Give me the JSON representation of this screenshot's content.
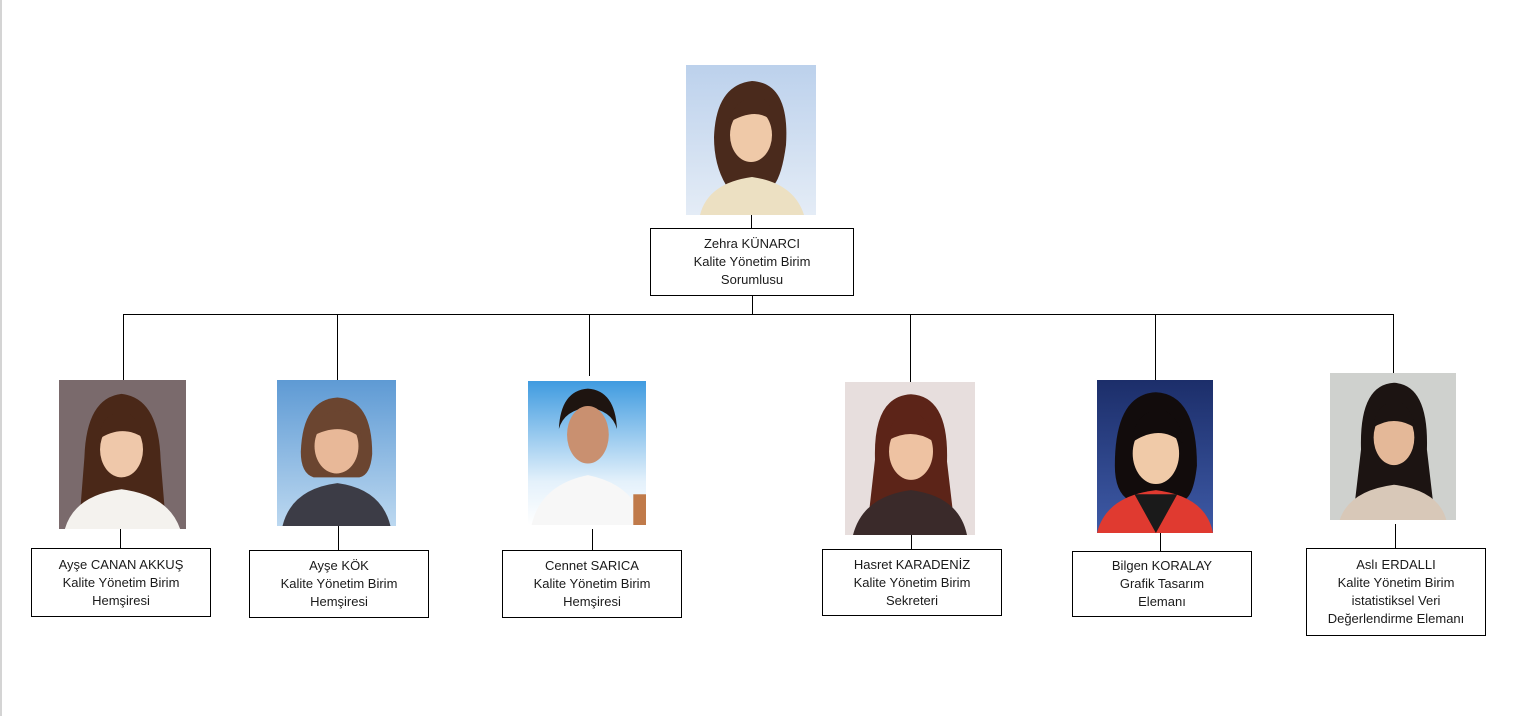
{
  "colors": {
    "line": "#000000",
    "box_border": "#000000",
    "text": "#1a1a1a"
  },
  "root": {
    "photo": "portrait-photo",
    "name": "Zehra KÜNARCI",
    "title_lines": [
      "Kalite Yönetim Birim",
      "Sorumlusu"
    ]
  },
  "members": [
    {
      "photo": "portrait-photo",
      "name": "Ayşe CANAN AKKUŞ",
      "title_lines": [
        "Kalite Yönetim Birim",
        "Hemşiresi"
      ]
    },
    {
      "photo": "portrait-photo",
      "name": "Ayşe KÖK",
      "title_lines": [
        "Kalite Yönetim Birim",
        "Hemşiresi"
      ]
    },
    {
      "photo": "portrait-photo",
      "name": "Cennet SARICA",
      "title_lines": [
        "Kalite Yönetim Birim",
        "Hemşiresi"
      ]
    },
    {
      "photo": "portrait-photo",
      "name": "Hasret KARADENİZ",
      "title_lines": [
        "Kalite Yönetim Birim",
        "Sekreteri"
      ]
    },
    {
      "photo": "portrait-photo",
      "name": "Bilgen KORALAY",
      "title_lines": [
        "Grafik Tasarım",
        "Elemanı"
      ]
    },
    {
      "photo": "portrait-photo",
      "name": "Aslı ERDALLI",
      "title_lines": [
        "Kalite Yönetim Birim",
        "istatistiksel Veri",
        "Değerlendirme Elemanı"
      ]
    }
  ]
}
